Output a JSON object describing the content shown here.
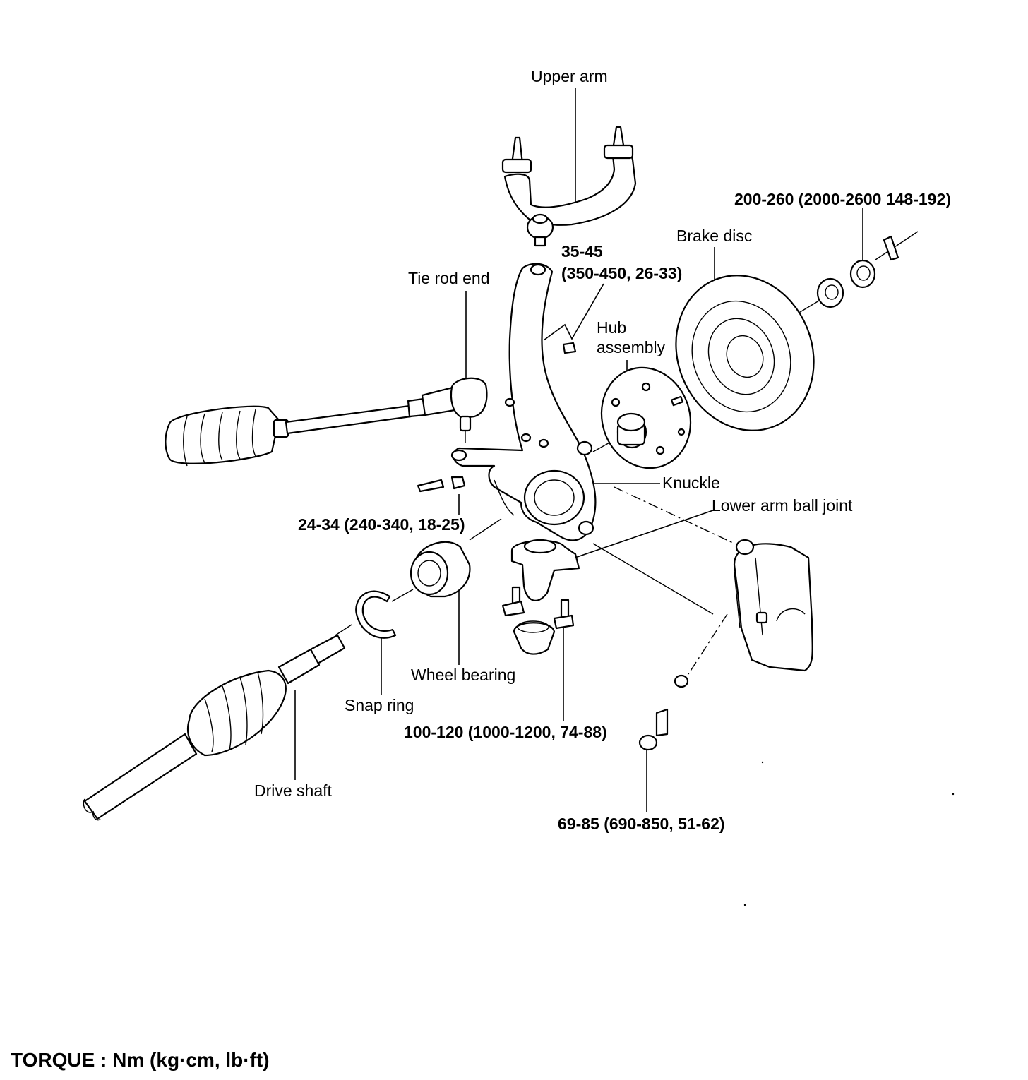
{
  "labels": {
    "upper_arm": "Upper arm",
    "torque_top": "200-260 (2000-2600 148-192)",
    "brake_disc": "Brake disc",
    "torque_knuckle_top_1": "35-45",
    "torque_knuckle_top_2": "(350-450, 26-33)",
    "tie_rod_end": "Tie rod end",
    "hub_assembly_1": "Hub",
    "hub_assembly_2": "assembly",
    "knuckle": "Knuckle",
    "lower_arm_ball_joint": "Lower arm ball joint",
    "torque_tie_rod_nut": "24-34 (240-340, 18-25)",
    "wheel_bearing": "Wheel bearing",
    "snap_ring": "Snap ring",
    "torque_lower_bolt": "100-120 (1000-1200, 74-88)",
    "drive_shaft": "Drive shaft",
    "torque_caliper_bolt": "69-85 (690-850, 51-62)"
  },
  "footer": {
    "torque_units": "TORQUE : Nm (kg·cm, lb·ft)"
  }
}
